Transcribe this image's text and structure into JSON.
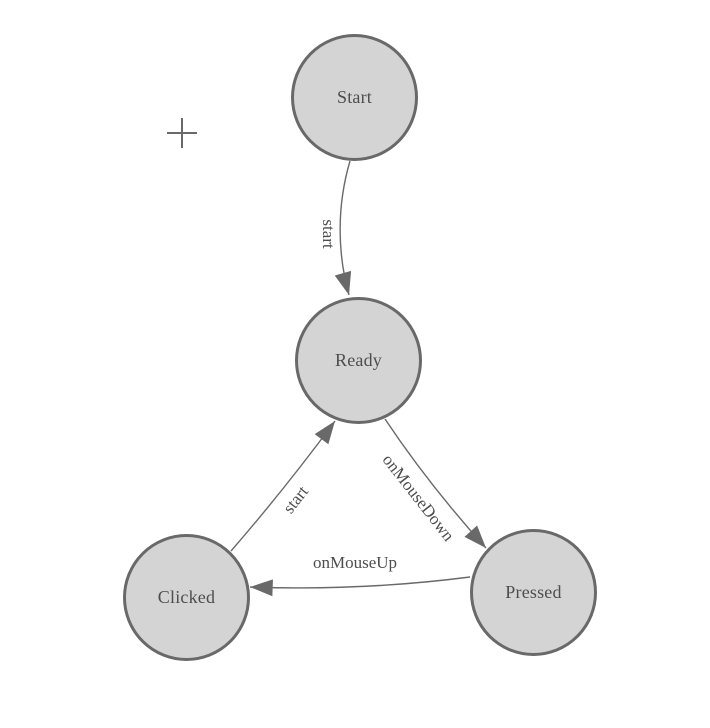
{
  "diagram": {
    "kind": "state-machine",
    "nodes": [
      {
        "id": "start",
        "label": "Start"
      },
      {
        "id": "ready",
        "label": "Ready"
      },
      {
        "id": "clicked",
        "label": "Clicked"
      },
      {
        "id": "pressed",
        "label": "Pressed"
      }
    ],
    "edges": [
      {
        "from": "start",
        "to": "ready",
        "label": "start"
      },
      {
        "from": "ready",
        "to": "pressed",
        "label": "onMouseDown"
      },
      {
        "from": "pressed",
        "to": "clicked",
        "label": "onMouseUp"
      },
      {
        "from": "clicked",
        "to": "ready",
        "label": "start"
      }
    ]
  },
  "icons": {
    "crosshair_cursor": "plus-crosshair"
  },
  "colors": {
    "background": "#ffffff",
    "node_fill": "#d4d4d4",
    "node_border": "#696969",
    "edge": "#696969",
    "label_text": "#4d4d4d"
  }
}
